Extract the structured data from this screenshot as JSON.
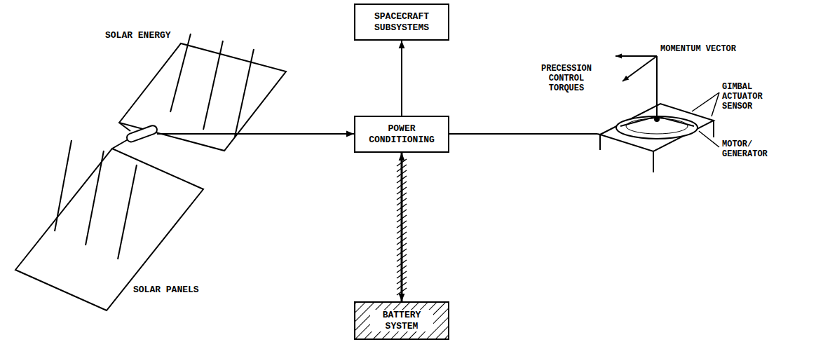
{
  "diagram": {
    "nodes": [
      {
        "text": [
          "SPACECRAFT SUBSYSTEMS"
        ]
      },
      {
        "text": [
          "POWER CONDITIONING"
        ]
      },
      {
        "text": [
          "BATTERY SYSTEM"
        ]
      },
      {
        "text": [
          "SOLAR PANELS"
        ]
      },
      {
        "text": [
          "MOTOR/ GENERATOR"
        ]
      }
    ],
    "edges": [
      {
        "from": 3,
        "to": 1,
        "arrow": "to"
      },
      {
        "from": 1,
        "to": 0,
        "arrow": "to"
      },
      {
        "from": 1,
        "to": 2,
        "arrow": "both"
      },
      {
        "from": 1,
        "to": 4,
        "arrow": "none"
      }
    ],
    "labels": [
      "SOLAR ENERGY",
      "MOMENTUM VECTOR",
      "PRECESSION CONTROL TORQUES",
      "GIMBAL ACTUATOR SENSOR"
    ]
  }
}
